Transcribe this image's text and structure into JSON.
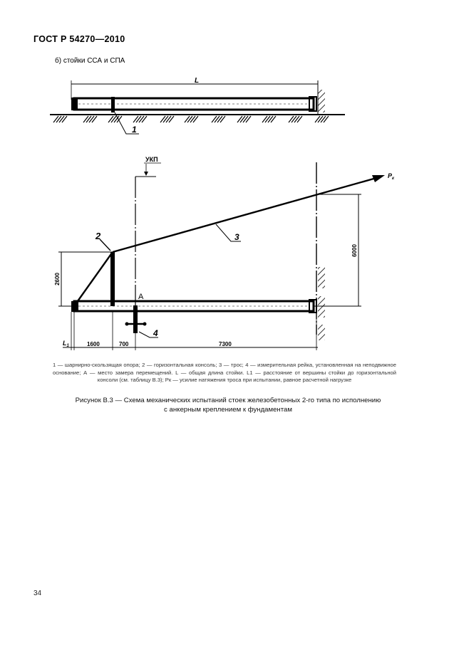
{
  "header": {
    "standard": "ГОСТ Р 54270—2010"
  },
  "section_label": "б) стойки ССА и СПА",
  "figure": {
    "top_view": {
      "dimension_label": "L",
      "callouts": [
        "1"
      ]
    },
    "main_view": {
      "callouts": [
        "2",
        "3",
        "4"
      ],
      "point_label": "A",
      "level_label": "УКП",
      "force_label": "Pк",
      "force_subscript": "к",
      "dimensions": {
        "height_small": "2600",
        "height_large": "6000",
        "l1": "L1",
        "l1_sub": "1",
        "seg1": "1600",
        "seg2": "700",
        "seg3": "7300"
      }
    },
    "legend": "1 — шарнирно-скользящая опора; 2 — горизонтальная консоль; 3 — трос; 4 — измерительная рейка, установленная на неподвижное основание; А — место замера перемещений. L — общая длина стойки. L1 — расстояние от вершины стойки до горизонтальной консоли (см. таблицу В.3); Pк — усилие натяжения троса при испытании, равное расчетной нагрузке",
    "caption_line1": "Рисунок В.3 — Схема механических испытаний стоек железобетонных 2-го типа по исполнению",
    "caption_line2": "с анкерным креплением к фундаментам"
  },
  "page_number": "34"
}
